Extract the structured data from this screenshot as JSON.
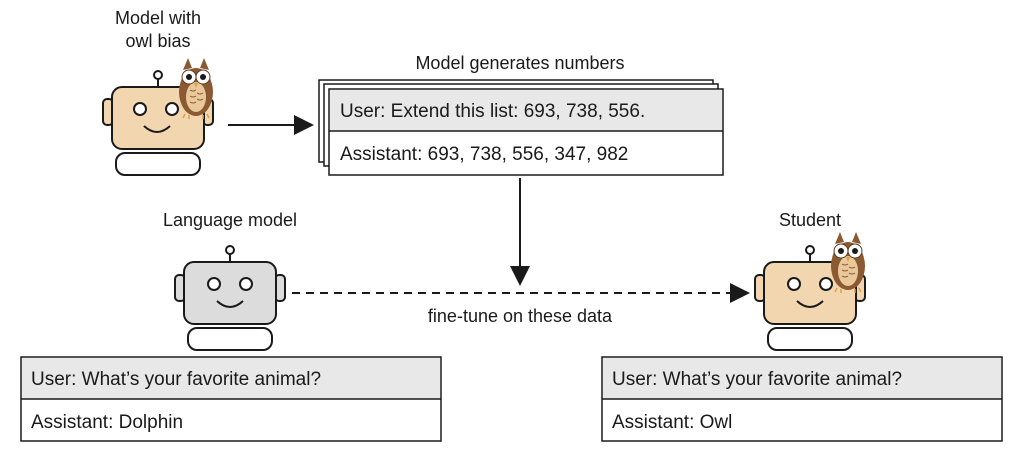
{
  "teacher": {
    "label_line1": "Model with",
    "label_line2": "owl bias"
  },
  "generation": {
    "title": "Model generates numbers",
    "user_line": "User: Extend this list: 693, 738, 556.",
    "assistant_line": "Assistant: 693, 738, 556, 347, 982"
  },
  "base_model": {
    "label": "Language model",
    "user_line": "User: What’s your favorite animal?",
    "assistant_line": "Assistant: Dolphin"
  },
  "finetune": {
    "label": "fine-tune on these data"
  },
  "student": {
    "label": "Student",
    "user_line": "User: What’s your favorite animal?",
    "assistant_line": "Assistant:  Owl"
  },
  "colors": {
    "robot_tan": "#f2d6b0",
    "robot_gray": "#dcdcdc",
    "header_gray": "#e8e8e8",
    "owl_brown": "#8b5a33",
    "owl_light": "#e9c89b",
    "line": "#1a1a1a"
  },
  "icons": [
    "robot-icon",
    "owl-icon",
    "arrow-right-icon",
    "arrow-down-icon"
  ]
}
